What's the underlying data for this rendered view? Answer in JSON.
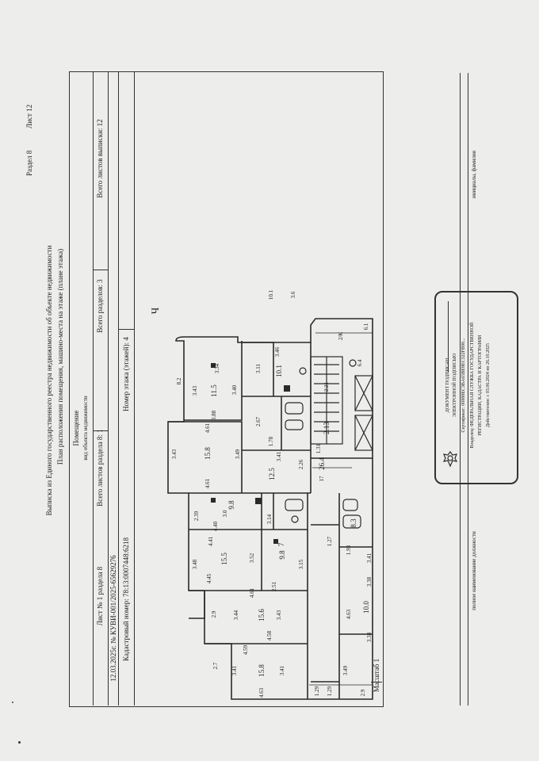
{
  "header": {
    "section": "Раздел 8",
    "sheet": "Лист 12"
  },
  "titles": {
    "line1": "Выписка из Единого государственного реестра недвижимости об объекте недвижимости",
    "line2": "План расположения помещения, машино-места на этаже (плане этажа)"
  },
  "form": {
    "object_kind": "Помещение",
    "object_kind_caption": "вид объекта недвижимости",
    "sheet_no": "Лист № 1 раздела 8",
    "sheets_in_section": "Всего листов раздела 8: 1",
    "sections_total": "Всего разделов: 3",
    "sheets_total": "Всего листов выписки: 12",
    "date_and_number": "12.03.2025г. № КУВИ-001/2025-65629276",
    "cadastral_number": "Кадастровый номер: 78:13:0007448:6218",
    "floor_number": "Номер этажа (этажей): 4",
    "scale": "Масштаб 1"
  },
  "plan": {
    "handwritten_mark": "Ч",
    "labels": [
      "10.1",
      "3.6",
      "8.2",
      "3.34",
      "3.40",
      "11.5",
      "3.43",
      "3.88",
      "4.61",
      "3.43",
      "15.8",
      "3.49",
      "4.61",
      "3.46",
      "3.11",
      "10.1",
      "2.67",
      "1.78",
      "3.41",
      "12.5",
      "2.26",
      "2.21",
      "2.13",
      "2/K",
      "6.1",
      "6.4",
      "17",
      "26.4",
      "1.31",
      "2.39",
      "4.40",
      "3.0",
      "9.8",
      "3.14",
      "8.3",
      "3.48",
      "4.41",
      "15.5",
      "3.52",
      "4.45",
      "2.51",
      "7",
      "9.8",
      "3.15",
      "1.27",
      "1.93",
      "3.41",
      "3.38",
      "4.61",
      "3.44",
      "15.6",
      "3.43",
      "4.58",
      "3.38",
      "4.63",
      "10.0",
      "4.59",
      "3.41",
      "15.8",
      "3.41",
      "4.63",
      "3.49",
      "2.9",
      "2.7",
      "1.29",
      "1.29",
      "2.9"
    ]
  },
  "signature": {
    "doc_signed_1": "ДОКУМЕНТ ПОДПИСАН",
    "doc_signed_2": "ЭЛЕКТРОННОЙ ПОДПИСЬЮ",
    "certificate": "Сертификат: 00888EC3BA65BE8EC322FB90...",
    "owner_1": "Владелец: ФЕДЕРАЛЬНАЯ СЛУЖБА ГОСУДАРСТВЕННОЙ",
    "owner_2": "РЕГИСТРАЦИИ, КАДАСТРА И КАРТОГРАФИИ",
    "validity": "Действителен: с 03.06.2024 по 26.10.2025",
    "full_position": "полное наименование должности",
    "initials": "инициалы, фамилия"
  }
}
